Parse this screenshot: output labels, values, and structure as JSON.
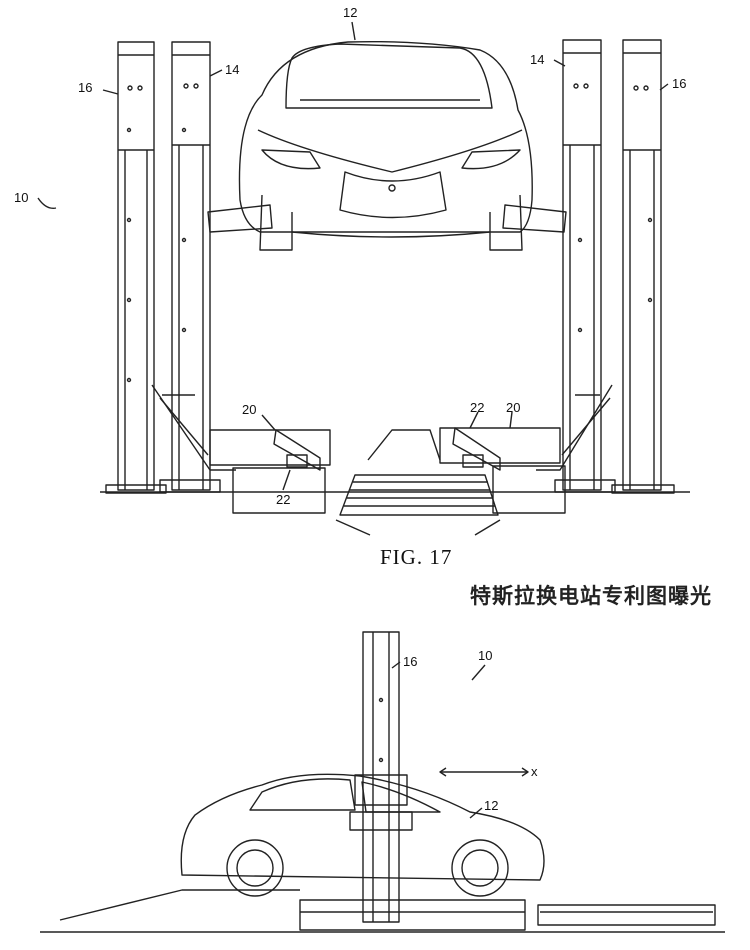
{
  "figure_top": {
    "caption": "FIG. 17",
    "labels": {
      "car": "12",
      "post_inner_left": "14",
      "post_inner_right": "14",
      "post_outer_left": "16",
      "post_outer_right": "16",
      "system": "10",
      "tray_left": "20",
      "tray_right": "20",
      "clamp_left": "22",
      "clamp_right": "22"
    }
  },
  "watermark": "特斯拉换电站专利图曝光",
  "figure_bottom": {
    "labels": {
      "post": "16",
      "system": "10",
      "axis": "x",
      "car": "12"
    }
  }
}
